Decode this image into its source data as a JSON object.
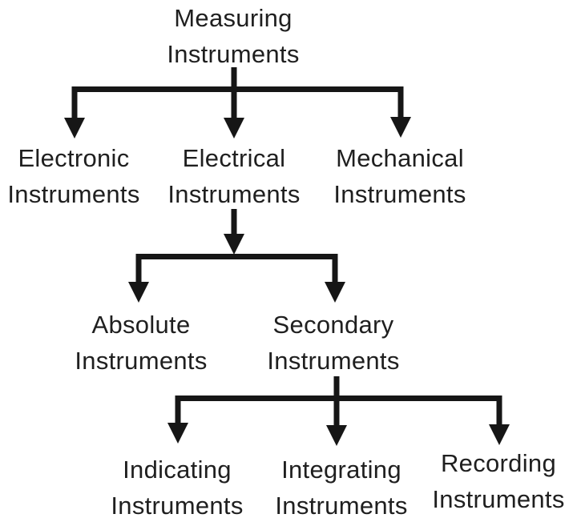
{
  "colors": {
    "line": "#161616",
    "text": "#1f1f1f",
    "background": "#ffffff"
  },
  "nodes": {
    "measuring": {
      "line1": "Measuring",
      "line2": "Instruments"
    },
    "electronic": {
      "line1": "Electronic",
      "line2": "Instruments"
    },
    "electrical": {
      "line1": "Electrical",
      "line2": "Instruments"
    },
    "mechanical": {
      "line1": "Mechanical",
      "line2": "Instruments"
    },
    "absolute": {
      "line1": "Absolute",
      "line2": "Instruments"
    },
    "secondary": {
      "line1": "Secondary",
      "line2": "Instruments"
    },
    "indicating": {
      "line1": "Indicating",
      "line2": "Instruments"
    },
    "integrating": {
      "line1": "Integrating",
      "line2": "Instruments"
    },
    "recording": {
      "line1": "Recording",
      "line2": "Instruments"
    }
  },
  "edges": [
    {
      "from": "Measuring Instruments",
      "to": "Electronic Instruments"
    },
    {
      "from": "Measuring Instruments",
      "to": "Electrical Instruments"
    },
    {
      "from": "Measuring Instruments",
      "to": "Mechanical Instruments"
    },
    {
      "from": "Electrical Instruments",
      "to": "Absolute Instruments"
    },
    {
      "from": "Electrical Instruments",
      "to": "Secondary Instruments"
    },
    {
      "from": "Secondary Instruments",
      "to": "Indicating Instruments"
    },
    {
      "from": "Secondary Instruments",
      "to": "Integrating Instruments"
    },
    {
      "from": "Secondary Instruments",
      "to": "Recording Instruments"
    }
  ]
}
